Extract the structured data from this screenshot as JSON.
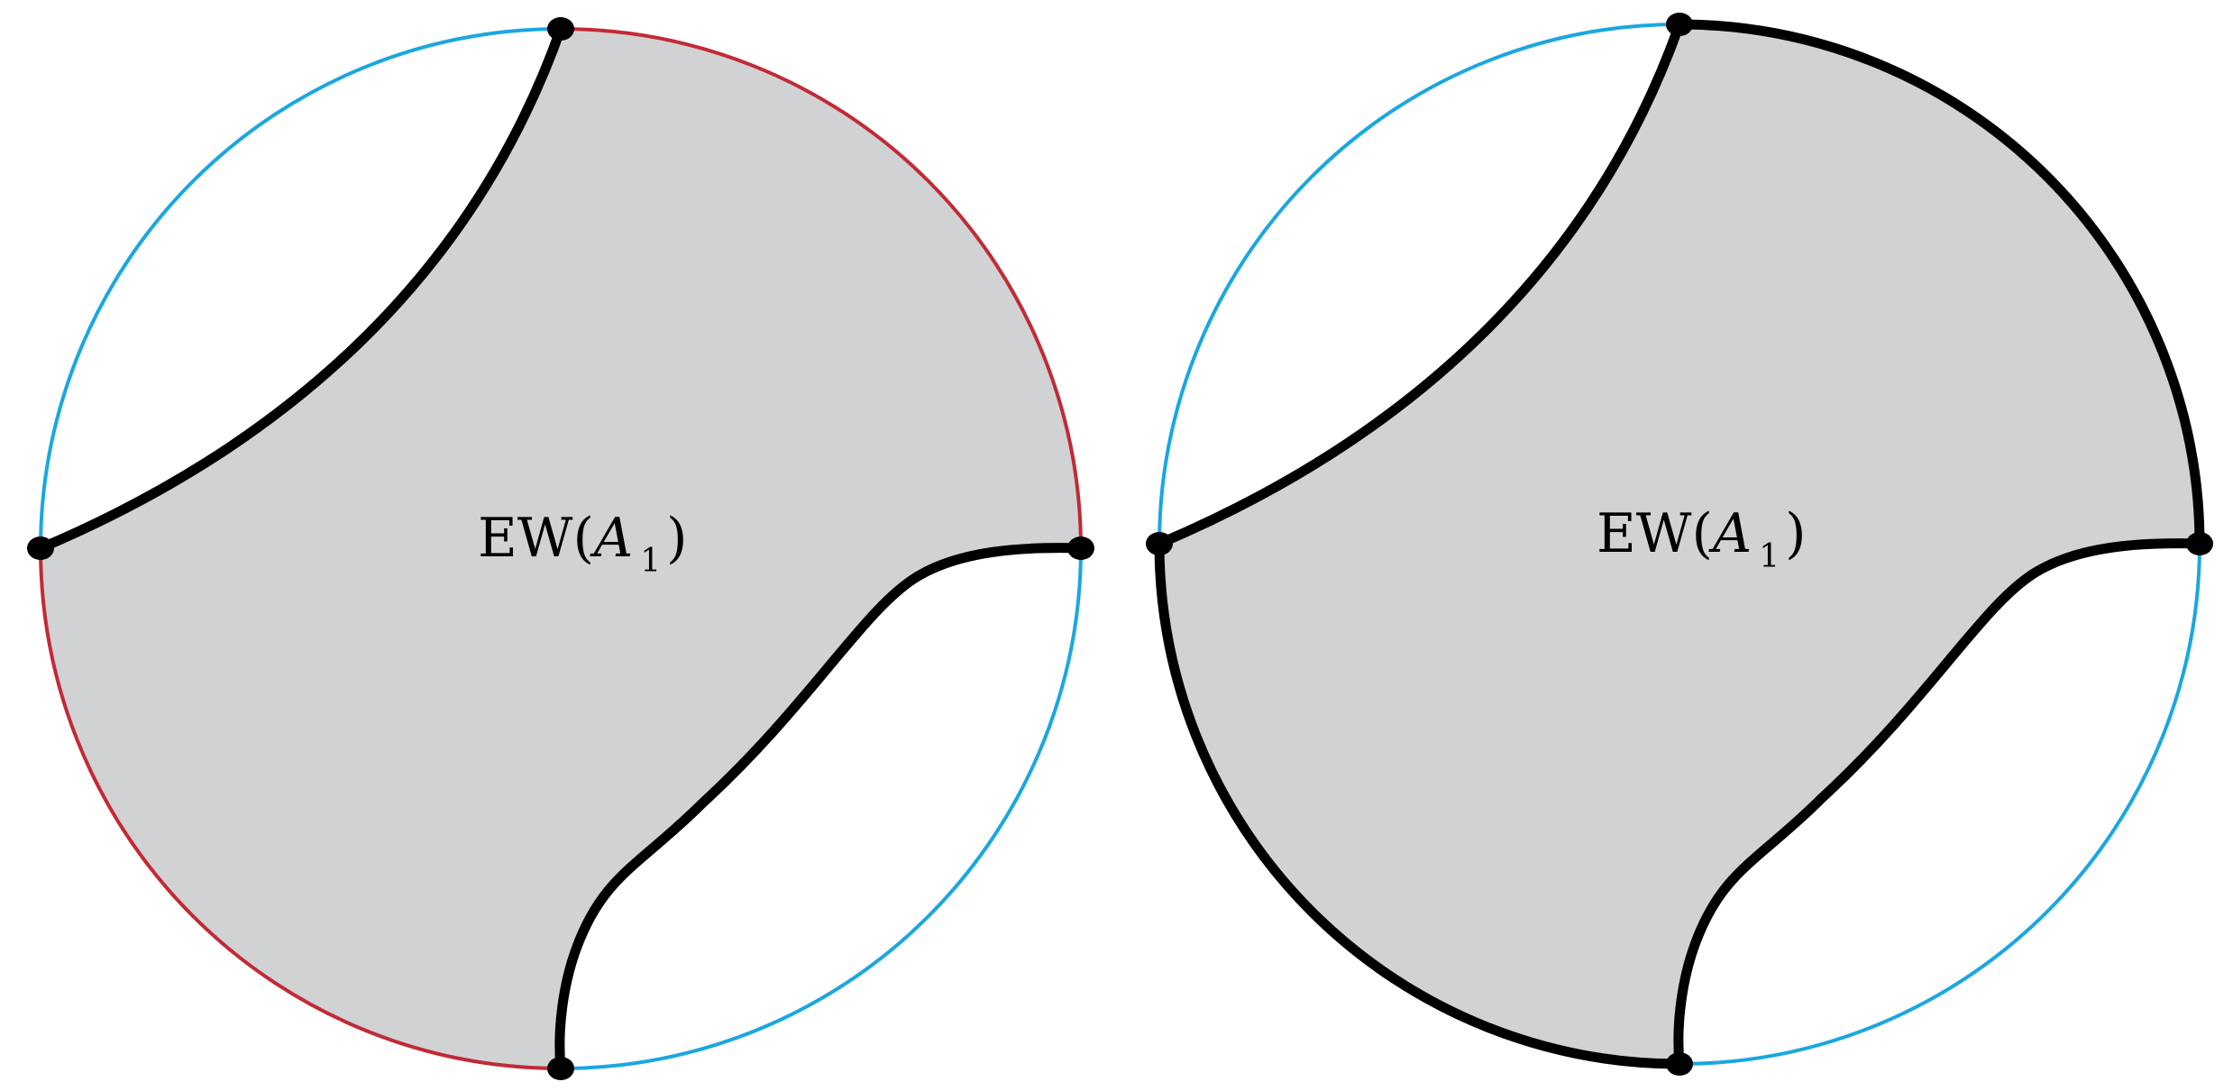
{
  "panels": [
    {
      "label": {
        "prefix": "EW(",
        "variable": "A",
        "subscript": "1",
        "suffix": ")"
      },
      "boundary_colors": {
        "complement_arcs": "#1aa7e0",
        "region_arcs": "#c12a36"
      }
    },
    {
      "label": {
        "prefix": "EW(",
        "variable": "A",
        "subscript": "1",
        "suffix": ")"
      },
      "boundary_colors": {
        "complement_arcs": "#1aa7e0",
        "region_arcs": "#000000"
      }
    }
  ],
  "colors": {
    "shaded_region": "#d1d2d4",
    "curves_and_points": "#000000"
  }
}
